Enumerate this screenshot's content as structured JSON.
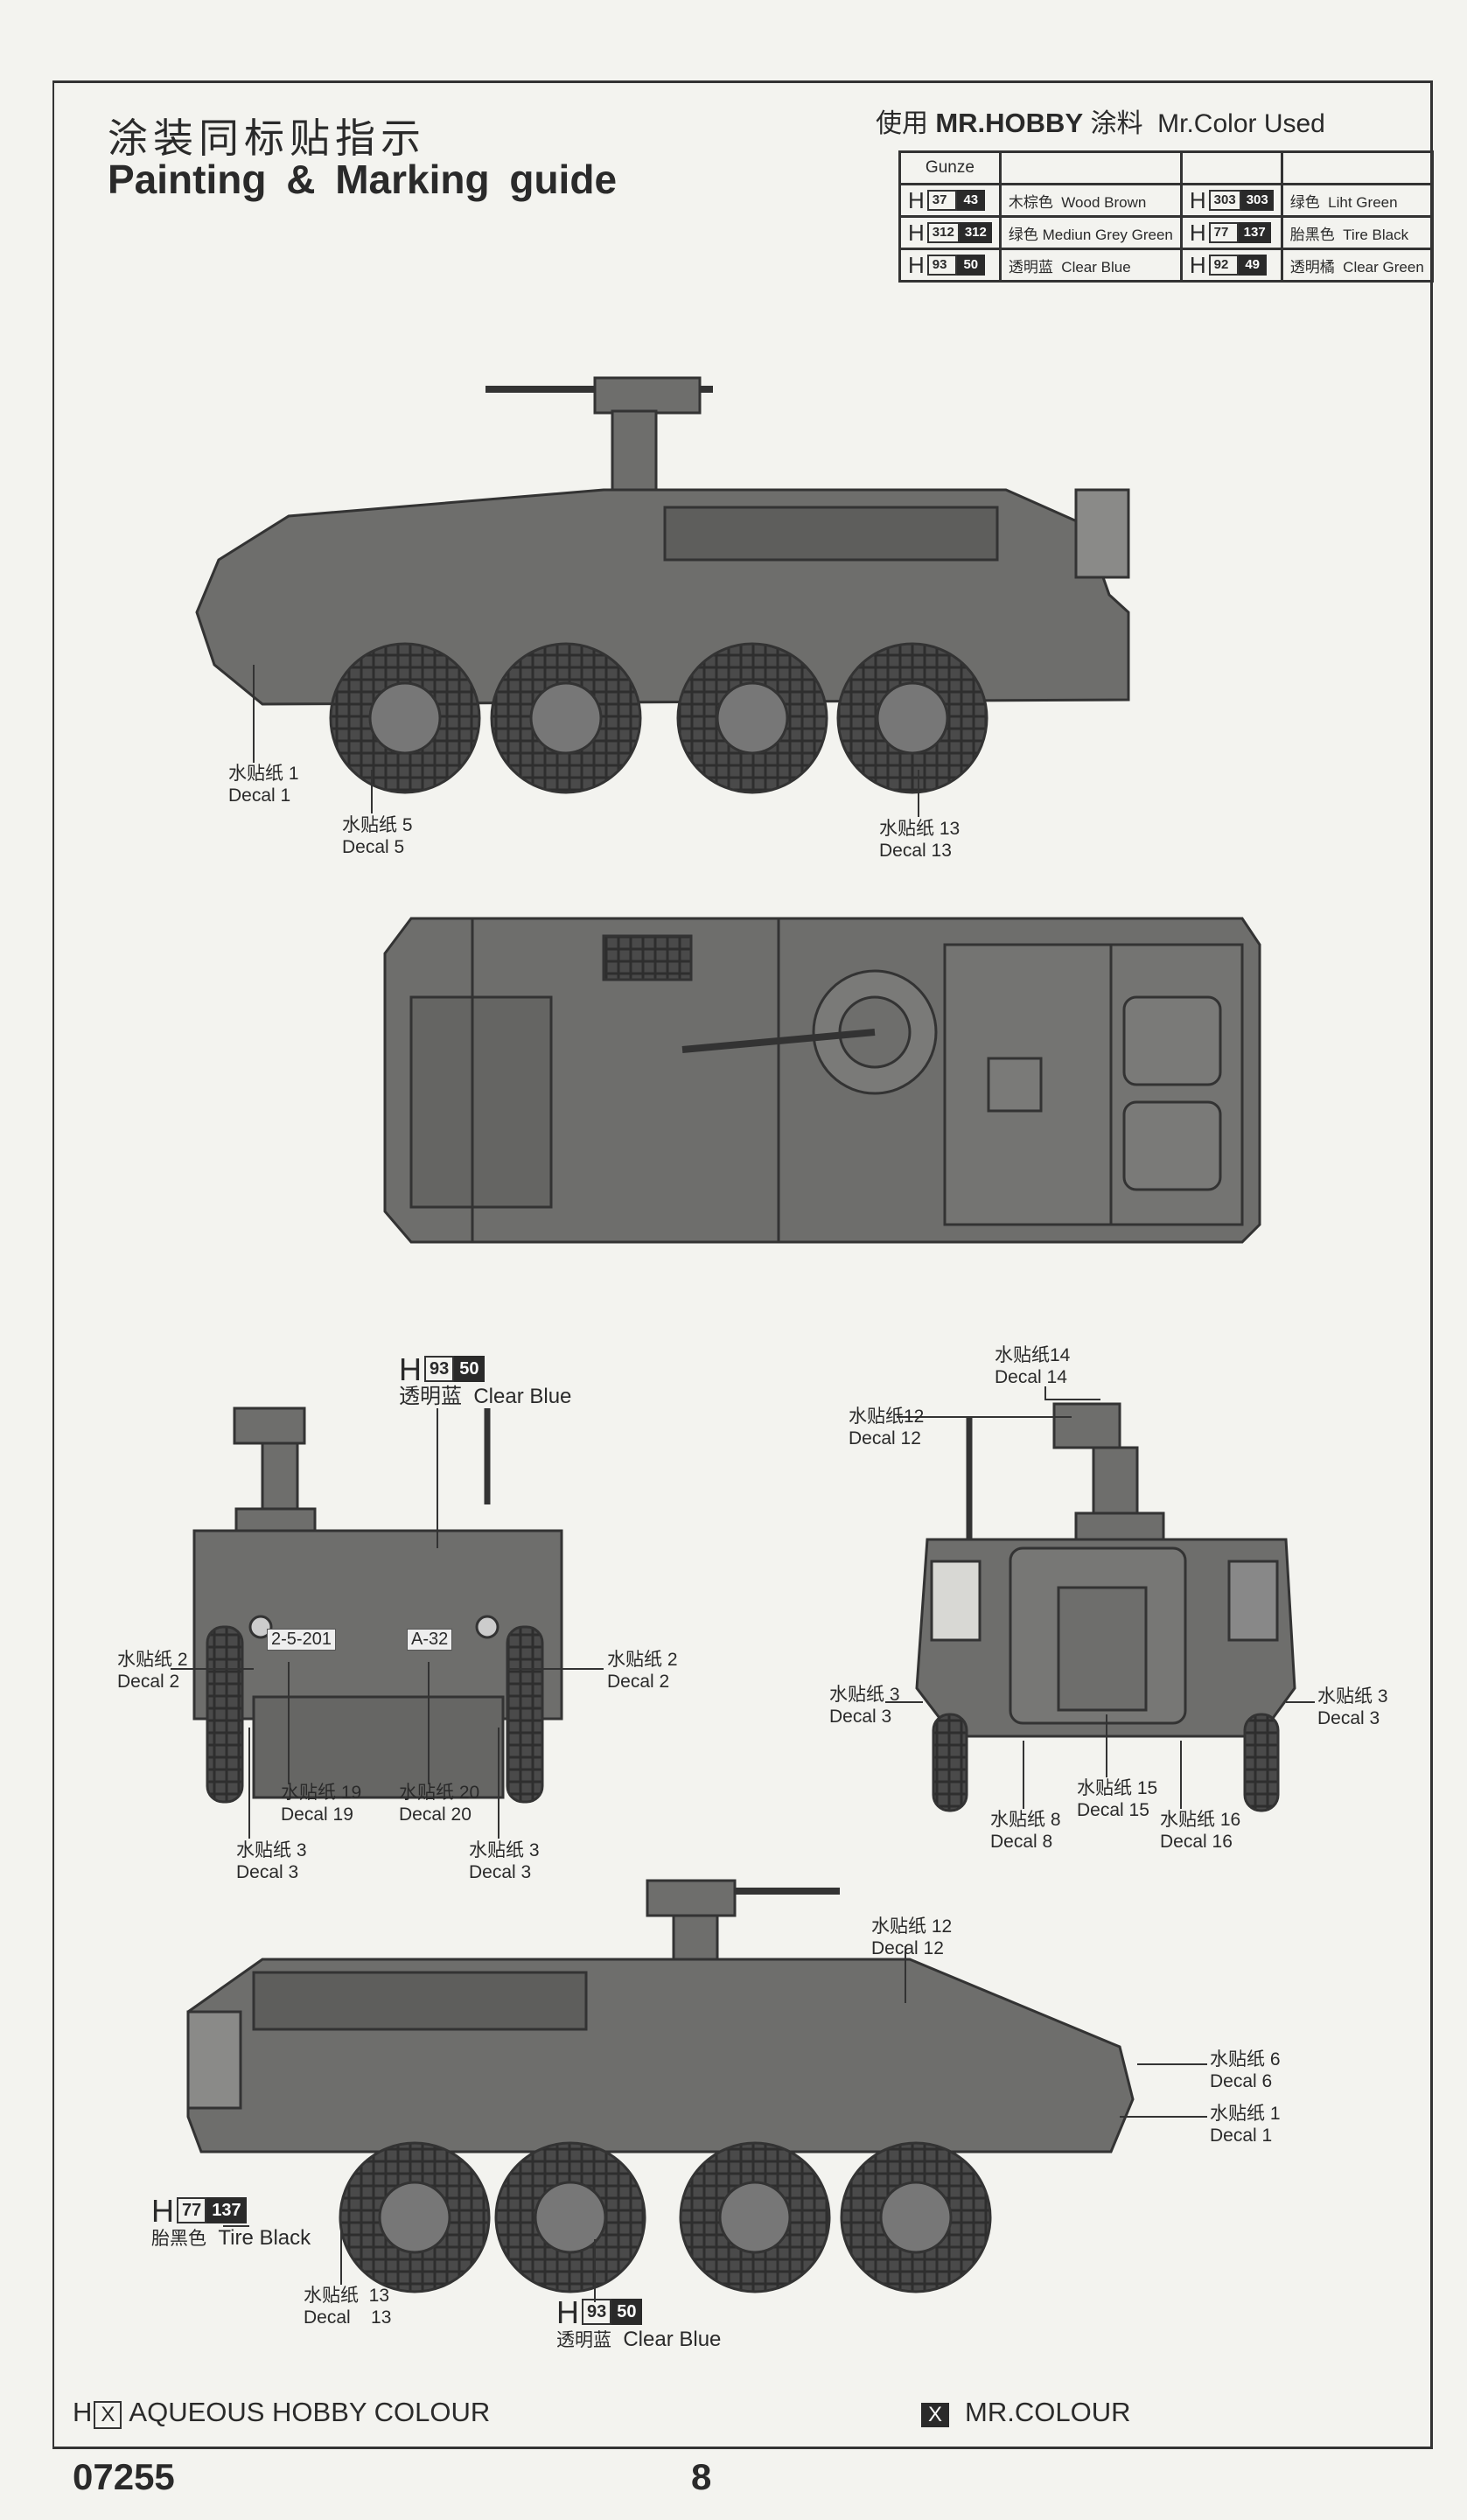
{
  "header": {
    "title_cn": "涂装同标贴指示",
    "title_en": "Painting & Marking guide",
    "paint_cn_prefix": "使用",
    "paint_brand": "MR.HOBBY",
    "paint_cn_suffix": "涂料",
    "paint_en": "Mr.Color Used"
  },
  "color_table": {
    "header": "Gunze",
    "rows": [
      [
        {
          "h": "H",
          "aq": "37",
          "mr": "43",
          "cn": "木棕色",
          "en": "Wood Brown"
        },
        {
          "h": "H",
          "aq": "303",
          "mr": "303",
          "cn": "绿色",
          "en": "Liht Green"
        }
      ],
      [
        {
          "h": "H",
          "aq": "312",
          "mr": "312",
          "cn": "绿色",
          "en": "Mediun Grey Green"
        },
        {
          "h": "H",
          "aq": "77",
          "mr": "137",
          "cn": "胎黑色",
          "en": "Tire Black"
        }
      ],
      [
        {
          "h": "H",
          "aq": "93",
          "mr": "50",
          "cn": "透明蓝",
          "en": "Clear Blue"
        },
        {
          "h": "H",
          "aq": "92",
          "mr": "49",
          "cn": "透明橘",
          "en": "Clear Green"
        }
      ]
    ]
  },
  "side_view_top": {
    "labels": [
      {
        "cn": "水贴纸  1",
        "en": "Decal 1"
      },
      {
        "cn": "水贴纸  5",
        "en": "Decal 5"
      },
      {
        "cn": "水贴纸  13",
        "en": "Decal 13"
      }
    ]
  },
  "front_view": {
    "paint": {
      "h": "H",
      "aq": "93",
      "mr": "50",
      "cn": "透明蓝",
      "en": "Clear Blue"
    },
    "plates": [
      "2-5-201",
      "A-32"
    ],
    "labels": [
      {
        "cn": "水贴纸  2",
        "en": "Decal 2"
      },
      {
        "cn": "水贴纸  2",
        "en": "Decal 2"
      },
      {
        "cn": "水贴纸  19",
        "en": "Decal 19"
      },
      {
        "cn": "水贴纸  20",
        "en": "Decal 20"
      },
      {
        "cn": "水贴纸  3",
        "en": "Decal 3"
      },
      {
        "cn": "水贴纸  3",
        "en": "Decal 3"
      }
    ]
  },
  "rear_view": {
    "labels": [
      {
        "cn": "水贴纸14",
        "en": "Decal 14"
      },
      {
        "cn": "水贴纸12",
        "en": "Decal 12"
      },
      {
        "cn": "水贴纸  3",
        "en": "Decal 3"
      },
      {
        "cn": "水贴纸  3",
        "en": "Decal 3"
      },
      {
        "cn": "水贴纸  15",
        "en": "Decal 15"
      },
      {
        "cn": "水贴纸  8",
        "en": "Decal 8"
      },
      {
        "cn": "水贴纸  16",
        "en": "Decal 16"
      }
    ]
  },
  "side_view_bottom": {
    "labels": [
      {
        "cn": "水贴纸  12",
        "en": "Decal 12"
      },
      {
        "cn": "水贴纸  6",
        "en": "Decal 6"
      },
      {
        "cn": "水贴纸  1",
        "en": "Decal 1"
      },
      {
        "cn": "水贴纸  13",
        "en": "Decal    13"
      }
    ],
    "tire_paint": {
      "h": "H",
      "aq": "77",
      "mr": "137",
      "cn": "胎黑色",
      "en": "Tire Black"
    },
    "glass_paint": {
      "h": "H",
      "aq": "93",
      "mr": "50",
      "cn": "透明蓝",
      "en": "Clear Blue"
    }
  },
  "legend": {
    "aqueous_h": "H",
    "aqueous_x": "X",
    "aqueous_label": "AQUEOUS HOBBY COLOUR",
    "mr_x": "X",
    "mr_label": "MR.COLOUR"
  },
  "footer": {
    "kit_number": "07255",
    "page_number": "8"
  }
}
